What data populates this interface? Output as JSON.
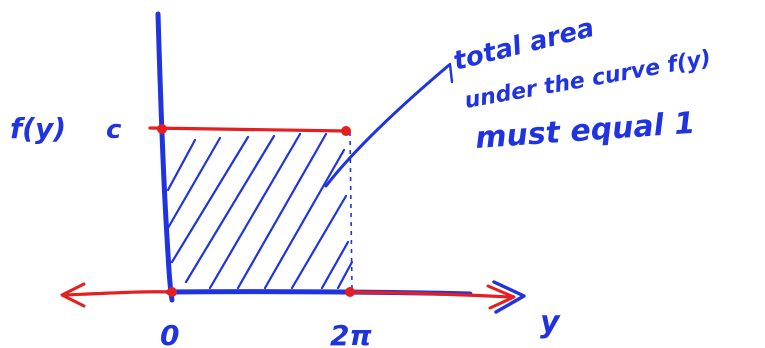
{
  "labels": {
    "y_axis": "f(y)",
    "c": "c",
    "origin": "0",
    "two_pi": "2π",
    "x_axis": "y"
  },
  "note": {
    "line1": "total area",
    "line2": "under the curve f(y)",
    "line3": "must equal 1"
  },
  "colors": {
    "ink_blue": "#1f33e0",
    "ink_red": "#e51f1f"
  }
}
